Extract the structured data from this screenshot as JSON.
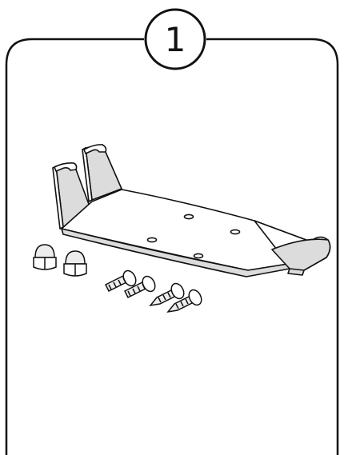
{
  "step": {
    "number": "1"
  },
  "parts": {
    "mounting_bracket": "bracket-illustration",
    "cap_nuts": [
      "cap-nut",
      "cap-nut"
    ],
    "machine_screws": [
      "machine-screw",
      "machine-screw"
    ],
    "tapping_screws": [
      "tapping-screw",
      "tapping-screw"
    ]
  },
  "colors": {
    "line": "#111111",
    "bracket_fill": "#ffffff",
    "bracket_shade": "#dcdcdc",
    "hardware_fill": "#ededed",
    "background": "#ffffff"
  }
}
